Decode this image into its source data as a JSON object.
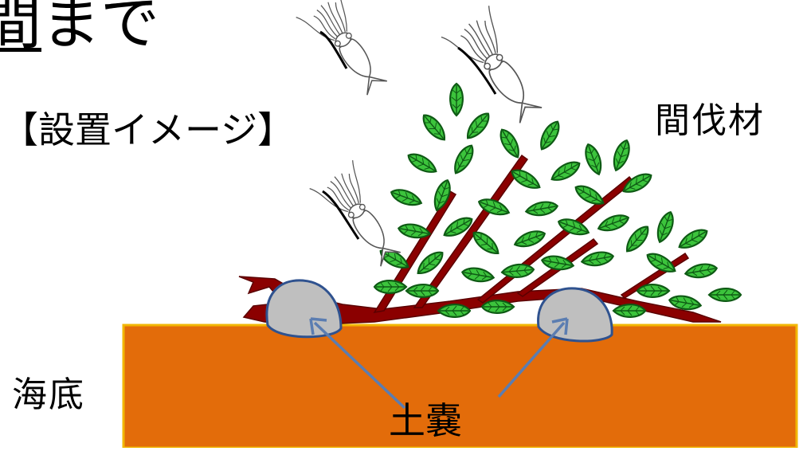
{
  "title_partial": {
    "underlined": "間",
    "rest": "まで"
  },
  "caption": "【設置イメージ】",
  "labels": {
    "thinned_wood": "間伐材",
    "seabed": "海底",
    "sandbag": "土嚢"
  },
  "colors": {
    "seabed_fill": "#E36C0A",
    "seabed_border": "#F2B705",
    "trunk": "#8B0000",
    "leaf": "#3CC43C",
    "leaf_dark": "#0E5A14",
    "sandbag": "#BFBFBF",
    "sandbag_edge": "#2F528F",
    "pointer": "#5B7DB1",
    "squid_arrow": "#000000"
  },
  "icons": [
    "squid-icon",
    "leaf-icon",
    "sandbag-icon",
    "pointer-arrow-icon"
  ]
}
